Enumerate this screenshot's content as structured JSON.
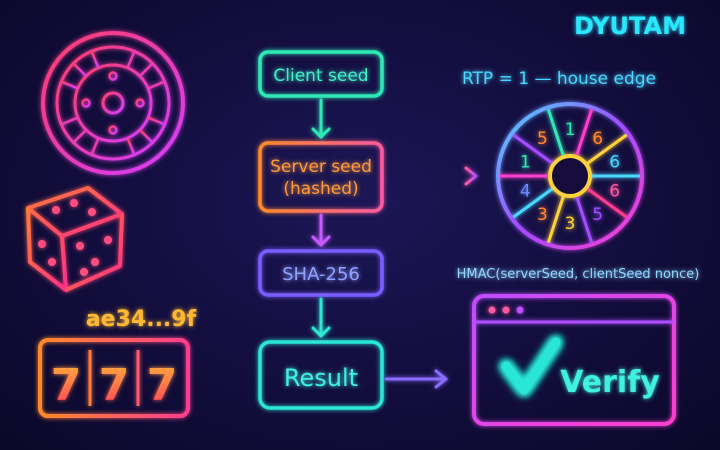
{
  "brand": "DYUTAM",
  "rtp_formula": "RTP = 1 — house edge",
  "hmac_formula": "HMAC(serverSeed, clientSeed nonce)",
  "hash_snippet": "ae34...9f",
  "flow": {
    "client_seed": "Client seed",
    "server_seed_line1": "Server seed",
    "server_seed_line2": "(hashed)",
    "sha": "SHA-256",
    "result": "Result"
  },
  "verify": {
    "label": "Verify",
    "icon": "checkmark-icon"
  },
  "wheel_numbers": [
    "6",
    "6",
    "6",
    "5",
    "3",
    "3",
    "4",
    "1",
    "5",
    "1"
  ],
  "slot_reels": [
    "7",
    "7",
    "7"
  ],
  "icons": [
    "roulette-wheel-icon",
    "dice-icon",
    "slot-machine-icon",
    "number-wheel-icon",
    "browser-window-icon"
  ],
  "colors": {
    "cyan": "#22e6d6",
    "teal": "#2ee8b6",
    "orange": "#ff8a2a",
    "pink": "#ff3d8f",
    "purple": "#a24dff",
    "blue": "#6a5cff",
    "yellow": "#ffd23a"
  }
}
